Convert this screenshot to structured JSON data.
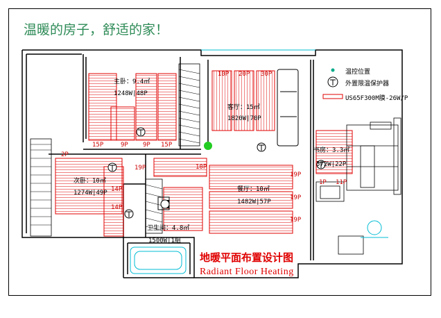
{
  "headline": "温暖的房子，舒适的家！",
  "title_cn": "地暖平面布置设计图",
  "title_en": "Radiant Floor Heating",
  "legend": {
    "thermostat": "温控位置",
    "protector": "外置限温保护器",
    "cable": "US65F300M膜-26W/P"
  },
  "rooms": [
    {
      "name_area": "主卧：9.4㎡",
      "power": "1248W|48P"
    },
    {
      "name_area": "客厅：15㎡",
      "power": "1820W|70P"
    },
    {
      "name_area": "次卧：10㎡",
      "power": "1274W|49P"
    },
    {
      "name_area": "餐厅：10㎡",
      "power": "1482W|57P"
    },
    {
      "name_area": "卫生间：4.8㎡",
      "power": "1500W|1組"
    },
    {
      "name_area": "书房：3.3㎡",
      "power": "572W|22P"
    }
  ],
  "strip_labels": {
    "m1": "15P",
    "m2": "9P",
    "m3": "9P",
    "m4": "15P",
    "l1": "10P",
    "l2": "20P",
    "l3": "30P",
    "b1": "19P",
    "b2": "14P",
    "b3": "14P",
    "c1": "10P",
    "d1": "19P",
    "d2": "19P",
    "d3": "19P",
    "s1": "1P",
    "s2": "11P",
    "s3": "2P"
  },
  "colors": {
    "heating": "#e00000",
    "wall": "#000000",
    "headline": "#2e8b57",
    "fixture": "#00bcd4"
  }
}
